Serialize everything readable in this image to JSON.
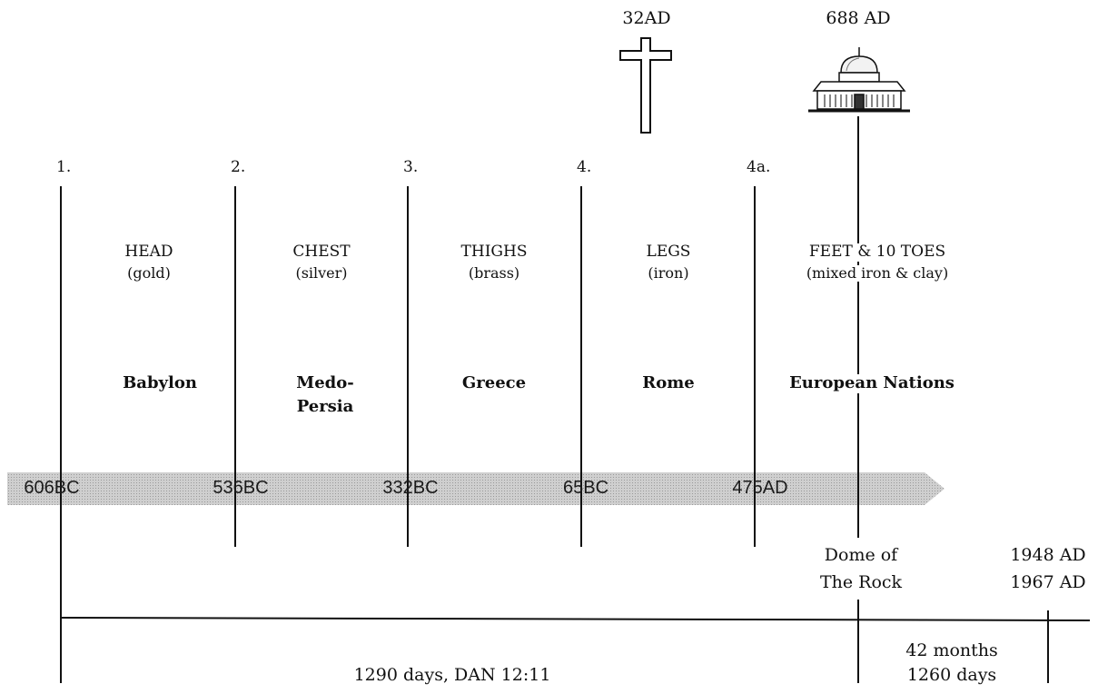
{
  "timeline": {
    "kingdoms": [
      {
        "number": "1.",
        "part": "HEAD",
        "metal": "(gold)",
        "empire": [
          "Babylon"
        ],
        "date": "606BC"
      },
      {
        "number": "2.",
        "part": "CHEST",
        "metal": "(silver)",
        "empire": [
          "Medo-",
          "Persia"
        ],
        "date": "536BC"
      },
      {
        "number": "3.",
        "part": "THIGHS",
        "metal": "(brass)",
        "empire": [
          "Greece"
        ],
        "date": "332BC"
      },
      {
        "number": "4.",
        "part": "LEGS",
        "metal": "(iron)",
        "empire": [
          "Rome"
        ],
        "date": "65BC"
      },
      {
        "number": "4a.",
        "part": "FEET & 10 TOES",
        "metal": "(mixed iron & clay)",
        "empire": [
          "European Nations"
        ],
        "date": "475AD"
      }
    ],
    "cross": {
      "year": "32AD",
      "icon": "cross-icon"
    },
    "dome": {
      "year": "688 AD",
      "icon": "dome-of-the-rock-icon",
      "label": [
        "Dome of",
        "The Rock"
      ]
    },
    "recent": [
      "1948 AD",
      "1967 AD"
    ],
    "spans": {
      "main": "1290 days, DAN 12:11",
      "short": [
        "42 months",
        "1260 days"
      ]
    },
    "arrow_color": "#c8c8c8"
  }
}
